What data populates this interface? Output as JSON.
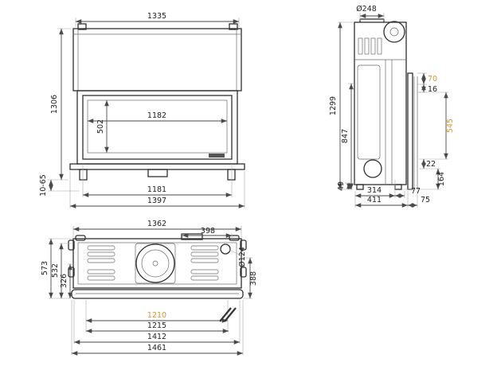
{
  "drawing": {
    "accent_color": "#d6952f",
    "line_color": "#2f2f2f",
    "front": {
      "width_top": "1335",
      "height_total": "1306",
      "glass_width": "1182",
      "glass_height": "502",
      "feet_adjust": "10-65",
      "width_inner": "1181",
      "width_base": "1397"
    },
    "side": {
      "flue_diameter": "Ø248",
      "clearance_top": "70",
      "clearance_16": "16",
      "height_total": "1299",
      "height_body": "847",
      "frame_height": "545",
      "clearance_22": "22",
      "base_height": "164",
      "foot_height": "49",
      "depth_314": "314",
      "depth_77": "77",
      "depth_body": "411",
      "frame_depth": "75"
    },
    "top": {
      "width_body": "1362",
      "flue_offset": "398",
      "port_diameter": "Ø124",
      "depth_total": "573",
      "depth_532": "532",
      "depth_326": "326",
      "depth_right": "388",
      "glass_width": "1210",
      "width_1215": "1215",
      "width_1412": "1412",
      "width_total": "1461"
    }
  }
}
